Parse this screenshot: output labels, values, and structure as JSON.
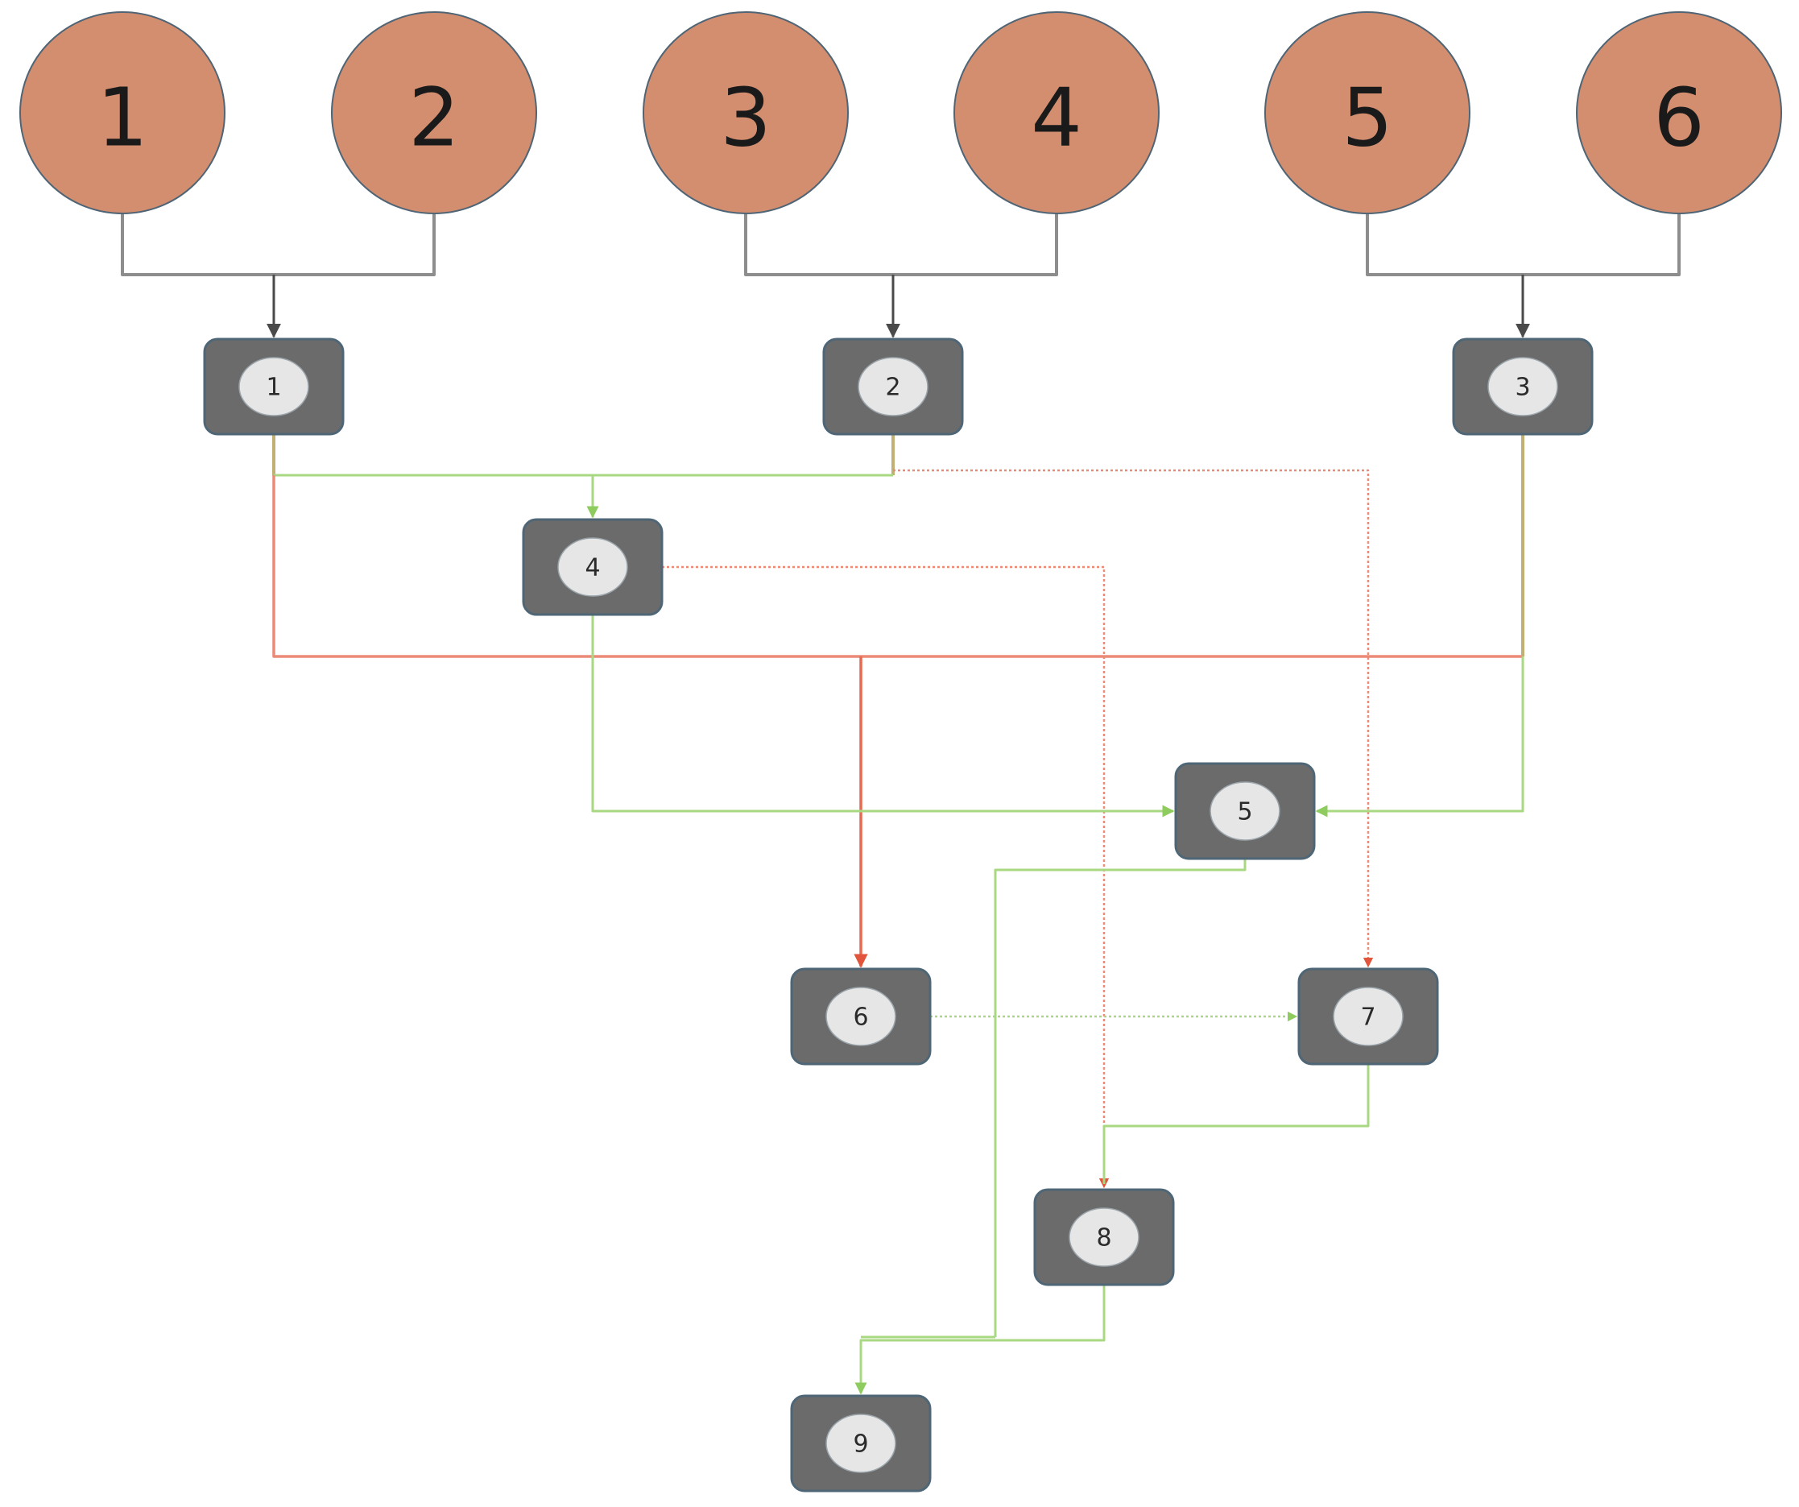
{
  "colors": {
    "circle_fill": "#d38e70",
    "box_fill": "#6b6b6b",
    "box_inner_fill": "#e6e6e6",
    "gray_edge": "#8d8d8d",
    "dark_arrow": "#4a4a4a",
    "green_edge": "#a9d882",
    "red_edge": "#ec8a78",
    "olive_edge": "#c0b074"
  },
  "circles": [
    {
      "id": "c1",
      "label": "1"
    },
    {
      "id": "c2",
      "label": "2"
    },
    {
      "id": "c3",
      "label": "3"
    },
    {
      "id": "c4",
      "label": "4"
    },
    {
      "id": "c5",
      "label": "5"
    },
    {
      "id": "c6",
      "label": "6"
    }
  ],
  "boxes": [
    {
      "id": "b1",
      "label": "1"
    },
    {
      "id": "b2",
      "label": "2"
    },
    {
      "id": "b3",
      "label": "3"
    },
    {
      "id": "b4",
      "label": "4"
    },
    {
      "id": "b5",
      "label": "5"
    },
    {
      "id": "b6",
      "label": "6"
    },
    {
      "id": "b7",
      "label": "7"
    },
    {
      "id": "b8",
      "label": "8"
    },
    {
      "id": "b9",
      "label": "9"
    }
  ],
  "edges": [
    {
      "from": [
        "c1",
        "c2"
      ],
      "to": "b1",
      "style": "gray"
    },
    {
      "from": [
        "c3",
        "c4"
      ],
      "to": "b2",
      "style": "gray"
    },
    {
      "from": [
        "c5",
        "c6"
      ],
      "to": "b3",
      "style": "gray"
    },
    {
      "from": [
        "b1",
        "b2"
      ],
      "to": "b4",
      "style": "green"
    },
    {
      "from": [
        "b2"
      ],
      "to": "b7",
      "style": "red-dotted"
    },
    {
      "from": [
        "b1",
        "b3"
      ],
      "to": "b6",
      "style": "red"
    },
    {
      "from": [
        "b4"
      ],
      "to": "b8",
      "style": "red-dotted"
    },
    {
      "from": [
        "b4",
        "b3"
      ],
      "to": "b5",
      "style": "green"
    },
    {
      "from": [
        "b6"
      ],
      "to": "b7",
      "style": "green-dotted"
    },
    {
      "from": [
        "b7"
      ],
      "to": "b8",
      "style": "green"
    },
    {
      "from": [
        "b5",
        "b8"
      ],
      "to": "b9",
      "style": "green"
    }
  ]
}
